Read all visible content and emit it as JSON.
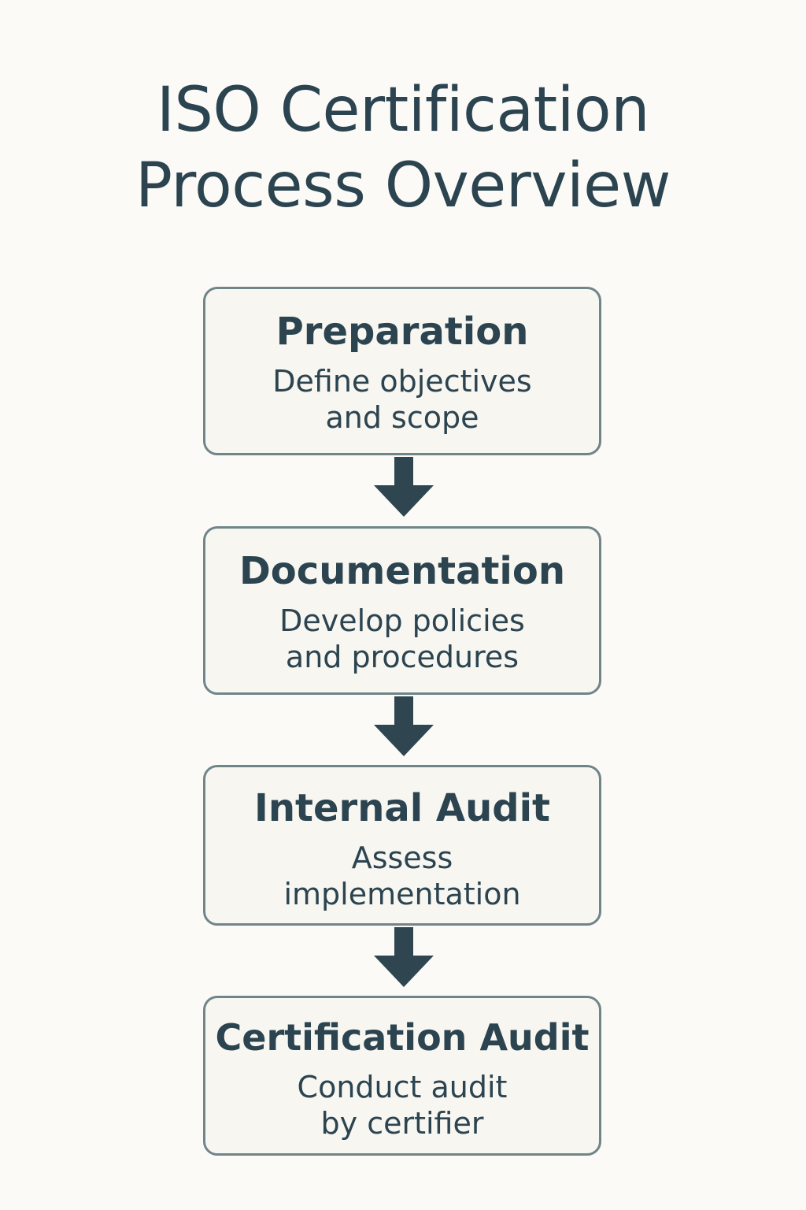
{
  "title": {
    "line1": "ISO Certification",
    "line2": "Process Overview"
  },
  "steps": [
    {
      "title": "Preparation",
      "desc_line1": "Define objectives",
      "desc_line2": "and scope"
    },
    {
      "title": "Documentation",
      "desc_line1": "Develop policies",
      "desc_line2": "and procedures"
    },
    {
      "title": "Internal Audit",
      "desc_line1": "Assess",
      "desc_line2": "implementation"
    },
    {
      "title": "Certification Audit",
      "desc_line1": "Conduct audit",
      "desc_line2": "by certifier"
    }
  ],
  "colors": {
    "background": "#fbfaf7",
    "text": "#2b4450",
    "box_border": "#6f8589",
    "box_fill": "#f8f6f1",
    "arrow": "#2f4650"
  },
  "icons": {
    "connector": "arrow-down-icon"
  }
}
